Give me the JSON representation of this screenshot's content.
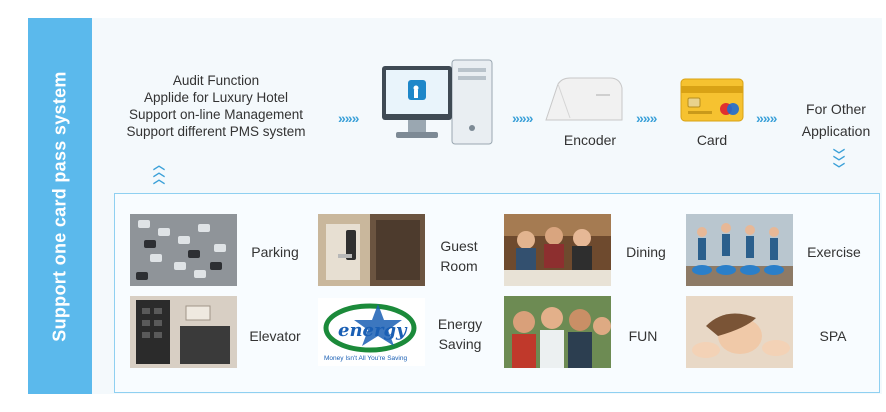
{
  "sidebar": {
    "title": "Support one card pass system"
  },
  "features": {
    "lines": [
      "Audit Function",
      "Applide for Luxury Hotel",
      "Support on-line Management",
      "Support different PMS system"
    ]
  },
  "flow": {
    "arrow": "»»»",
    "encoder_label": "Encoder",
    "card_label": "Card",
    "other_label_line1": "For Other",
    "other_label_line2": "Application"
  },
  "applications": {
    "parking": "Parking",
    "guest_room_line1": "Guest",
    "guest_room_line2": "Room",
    "dining": "Dining",
    "exercise": "Exercise",
    "elevator": "Elevator",
    "energy_saving_line1": "Energy",
    "energy_saving_line2": "Saving",
    "fun": "FUN",
    "spa": "SPA"
  },
  "energy_logo": {
    "word": "energy",
    "tagline": "Money Isn't All You're Saving"
  },
  "colors": {
    "accent": "#5bb9ec",
    "arrow": "#3aa0d8",
    "border": "#8fd0f1"
  }
}
